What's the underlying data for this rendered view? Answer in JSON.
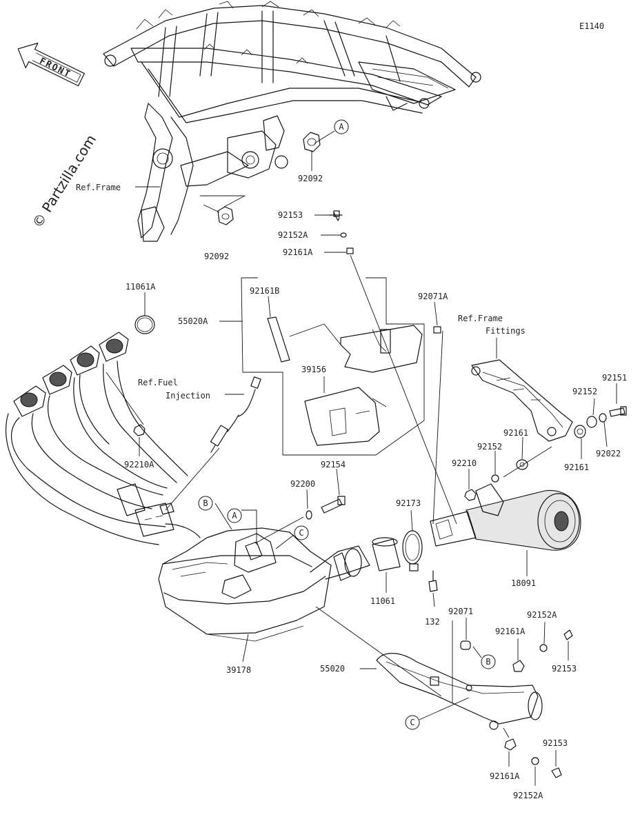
{
  "diagram_code": "E1140",
  "front_label": "FRONT",
  "watermark": "© Partzilla.com",
  "ref_labels": {
    "frame": "Ref.Frame",
    "fuel_line1": "Ref.Fuel",
    "fuel_line2": "Injection",
    "frame_fittings_line1": "Ref.Frame",
    "frame_fittings_line2": "Fittings"
  },
  "callouts": {
    "a": "A",
    "b": "B",
    "c": "C"
  },
  "parts": [
    {
      "id": "p_92092_top",
      "number": "92092"
    },
    {
      "id": "p_92092_bot",
      "number": "92092"
    },
    {
      "id": "p_92153_top",
      "number": "92153"
    },
    {
      "id": "p_92152A_top",
      "number": "92152A"
    },
    {
      "id": "p_92161A_top",
      "number": "92161A"
    },
    {
      "id": "p_11061A",
      "number": "11061A"
    },
    {
      "id": "p_92161B",
      "number": "92161B"
    },
    {
      "id": "p_92071A",
      "number": "92071A"
    },
    {
      "id": "p_55020A",
      "number": "55020A"
    },
    {
      "id": "p_39156",
      "number": "39156"
    },
    {
      "id": "p_92210A",
      "number": "92210A"
    },
    {
      "id": "p_92151",
      "number": "92151"
    },
    {
      "id": "p_92152_a",
      "number": "92152"
    },
    {
      "id": "p_92161_a",
      "number": "92161"
    },
    {
      "id": "p_92152_b",
      "number": "92152"
    },
    {
      "id": "p_92022",
      "number": "92022"
    },
    {
      "id": "p_92161_b",
      "number": "92161"
    },
    {
      "id": "p_92210",
      "number": "92210"
    },
    {
      "id": "p_92154",
      "number": "92154"
    },
    {
      "id": "p_92200",
      "number": "92200"
    },
    {
      "id": "p_92173",
      "number": "92173"
    },
    {
      "id": "p_18091",
      "number": "18091"
    },
    {
      "id": "p_11061",
      "number": "11061"
    },
    {
      "id": "p_132",
      "number": "132"
    },
    {
      "id": "p_39178",
      "number": "39178"
    },
    {
      "id": "p_92071",
      "number": "92071"
    },
    {
      "id": "p_92152A_mid",
      "number": "92152A"
    },
    {
      "id": "p_92161A_mid",
      "number": "92161A"
    },
    {
      "id": "p_92153_mid",
      "number": "92153"
    },
    {
      "id": "p_55020",
      "number": "55020"
    },
    {
      "id": "p_92153_bot",
      "number": "92153"
    },
    {
      "id": "p_92161A_bot",
      "number": "92161A"
    },
    {
      "id": "p_92152A_bot",
      "number": "92152A"
    }
  ]
}
